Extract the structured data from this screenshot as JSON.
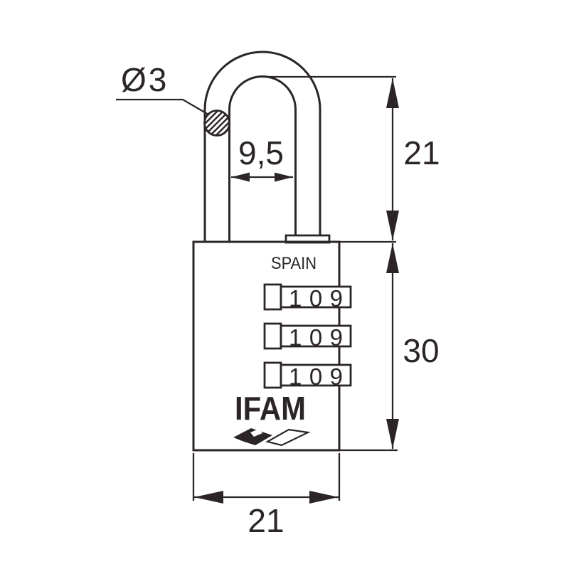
{
  "colors": {
    "ink": "#2b2526",
    "background": "#ffffff"
  },
  "drawing": {
    "diameter_label": "Ø3",
    "dimensions": {
      "shackle_inner_width": "9,5",
      "shackle_height": "21",
      "body_height": "30",
      "body_width": "21"
    },
    "body_text": {
      "origin": "SPAIN",
      "brand": "IFAM"
    },
    "dials": {
      "rows": [
        {
          "digits": "109"
        },
        {
          "digits": "109"
        },
        {
          "digits": "109"
        }
      ]
    }
  }
}
